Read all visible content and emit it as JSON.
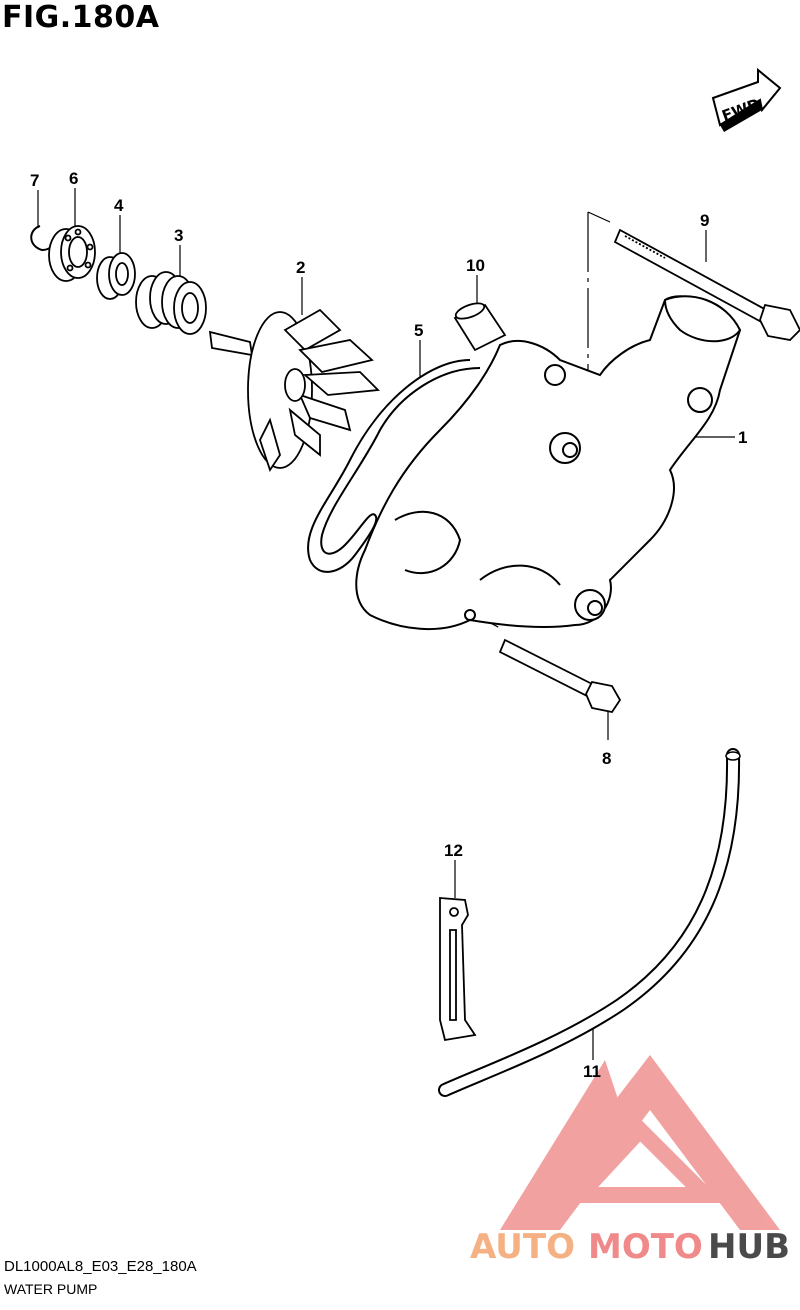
{
  "figure": {
    "title": "FIG.180A",
    "fwd_label": "FWD",
    "code": "DL1000AL8_E03_E28_180A",
    "name": "WATER PUMP"
  },
  "callouts": [
    "1",
    "2",
    "3",
    "4",
    "5",
    "6",
    "7",
    "8",
    "9",
    "10",
    "11",
    "12"
  ],
  "watermark": {
    "part1": "AUTO",
    "part2": "MOTO",
    "part3": "HUB",
    "colors": {
      "logo": "#f08a8a",
      "auto": "#f5b183",
      "moto": "#f08a8a",
      "hub": "#4a4a4a"
    }
  }
}
